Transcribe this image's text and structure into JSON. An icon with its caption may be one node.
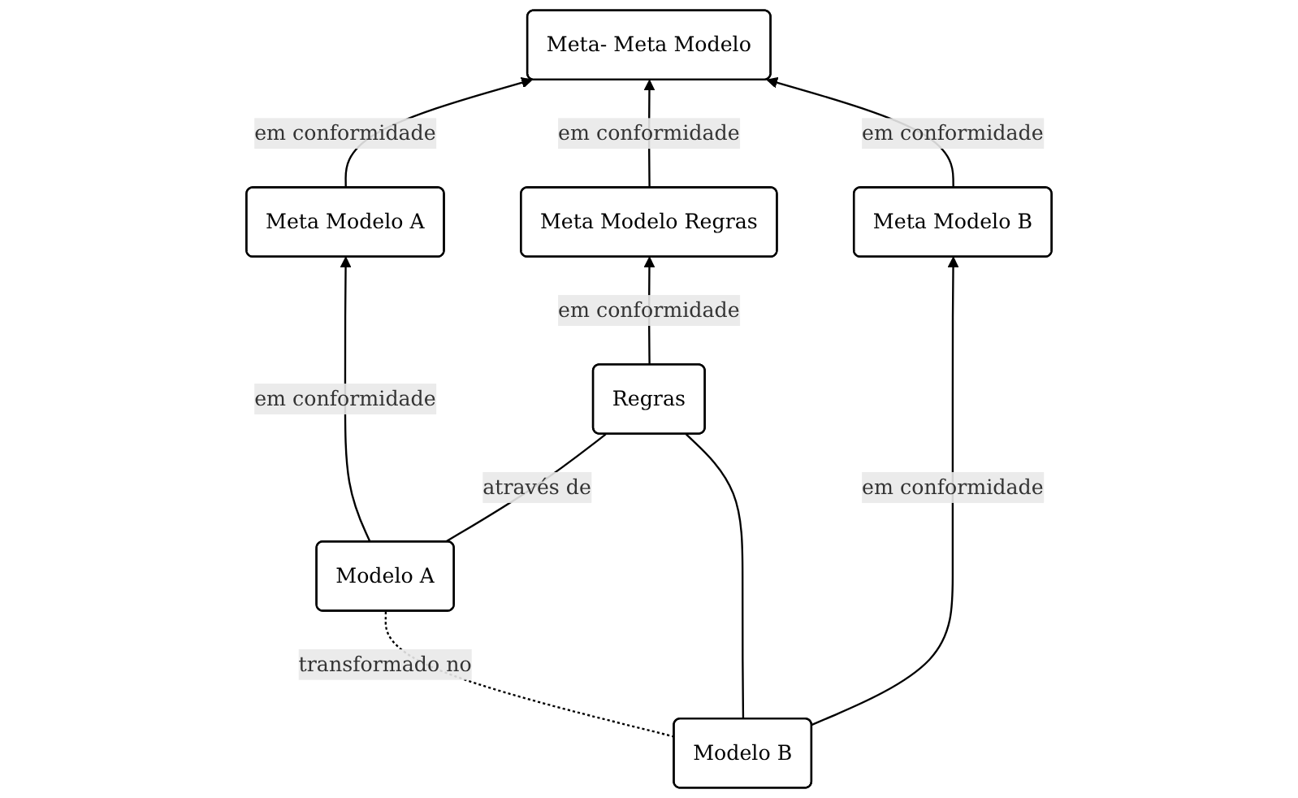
{
  "diagram": {
    "nodes": [
      {
        "text": [
          "Meta- Meta Modelo"
        ]
      },
      {
        "text": [
          "Meta Modelo A"
        ]
      },
      {
        "text": [
          "Meta Modelo Regras"
        ]
      },
      {
        "text": [
          "Meta Modelo B"
        ]
      },
      {
        "text": [
          "Regras"
        ]
      },
      {
        "text": [
          "Modelo A"
        ]
      },
      {
        "text": [
          "Modelo B"
        ]
      }
    ],
    "edges": [
      {
        "from": 5,
        "to": 1,
        "arrow": "to",
        "label": "em conformidade"
      },
      {
        "from": 1,
        "to": 0,
        "arrow": "to",
        "label": "em conformidade"
      },
      {
        "from": 4,
        "to": 2,
        "arrow": "to",
        "label": "em conformidade"
      },
      {
        "from": 2,
        "to": 0,
        "arrow": "to",
        "label": "em conformidade"
      },
      {
        "from": 6,
        "to": 3,
        "arrow": "to",
        "label": "em conformidade"
      },
      {
        "from": 3,
        "to": 0,
        "arrow": "to",
        "label": "em conformidade"
      },
      {
        "from": 5,
        "to": 6,
        "arrow": "none",
        "label": "transformado no",
        "style": "dashed"
      },
      {
        "from": 4,
        "to": 5,
        "arrow": "none",
        "label": "através de"
      },
      {
        "from": 4,
        "to": 6,
        "arrow": "none"
      }
    ]
  }
}
